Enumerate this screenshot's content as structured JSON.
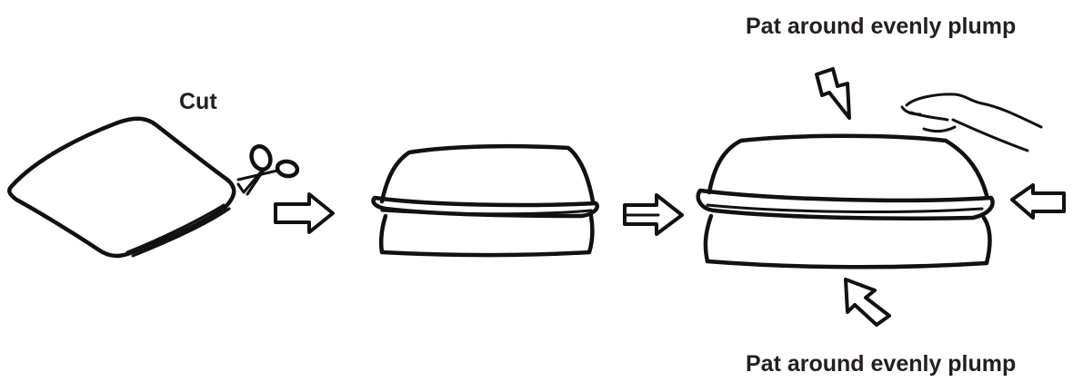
{
  "labels": {
    "cut": "Cut",
    "pat_top": "Pat around evenly plump",
    "pat_bottom": "Pat around evenly plump"
  },
  "colors": {
    "ink": "#111111",
    "text": "#231f20",
    "background": "#ffffff"
  },
  "steps": [
    {
      "icon": "vacuum-packed-cushion-icon"
    },
    {
      "icon": "scissors-icon"
    },
    {
      "icon": "expanding-cushion-icon"
    },
    {
      "icon": "plumped-cushion-icon"
    },
    {
      "icon": "hand-icon"
    }
  ]
}
